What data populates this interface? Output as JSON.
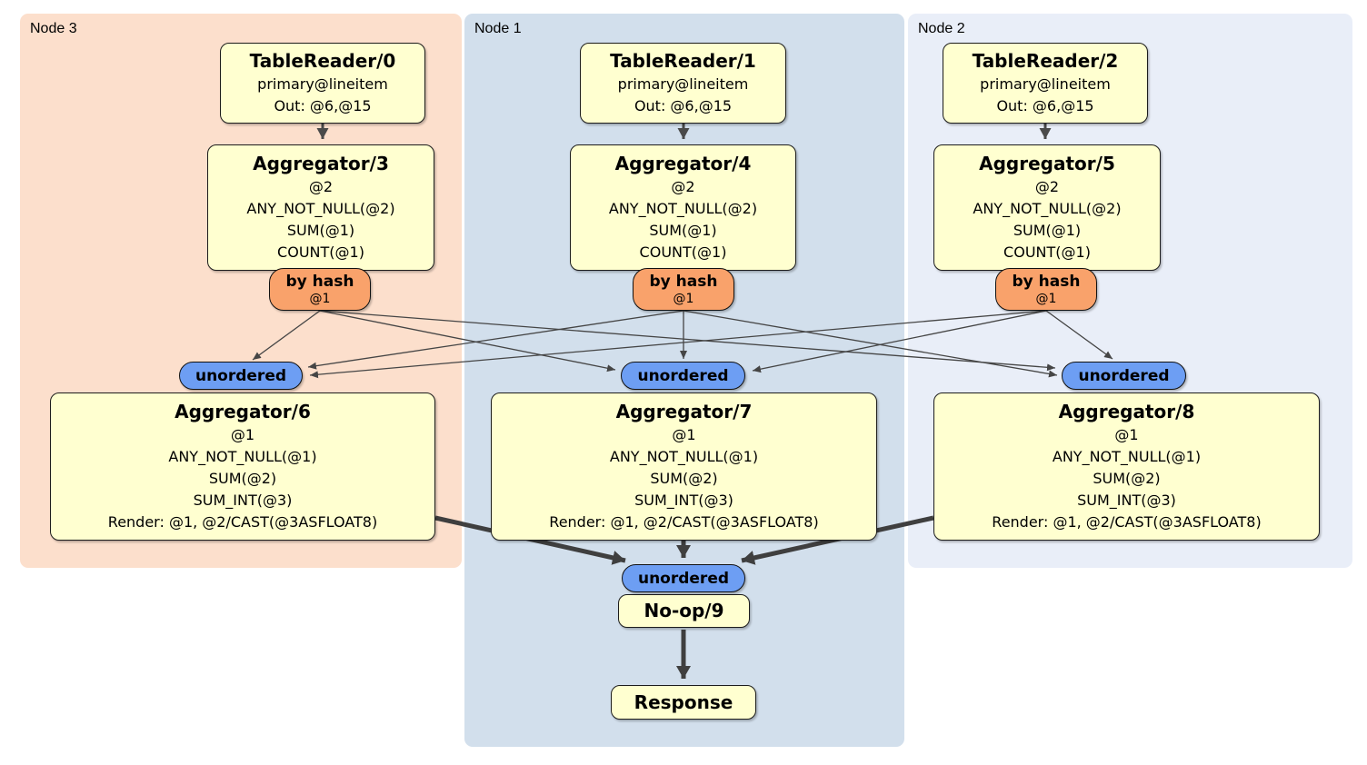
{
  "regions": {
    "node3": {
      "label": "Node 3",
      "bg": "#fcdfcc"
    },
    "node1": {
      "label": "Node 1",
      "bg": "#d2dfec"
    },
    "node2": {
      "label": "Node 2",
      "bg": "#e9eef8"
    }
  },
  "colors": {
    "processor_fill": "#ffffd0",
    "processor_border": "#1c1c1c",
    "router_fill": "#f9a26b",
    "sync_fill": "#6d9ef3",
    "edge_thin": "#454545",
    "edge_thick": "#3f3f3f"
  },
  "nodes": {
    "tablereader0": {
      "title": "TableReader/0",
      "lines": [
        "primary@lineitem",
        "Out: @6,@15"
      ]
    },
    "tablereader1": {
      "title": "TableReader/1",
      "lines": [
        "primary@lineitem",
        "Out: @6,@15"
      ]
    },
    "tablereader2": {
      "title": "TableReader/2",
      "lines": [
        "primary@lineitem",
        "Out: @6,@15"
      ]
    },
    "aggregator3": {
      "title": "Aggregator/3",
      "lines": [
        "@2",
        "ANY_NOT_NULL(@2)",
        "SUM(@1)",
        "COUNT(@1)"
      ]
    },
    "aggregator4": {
      "title": "Aggregator/4",
      "lines": [
        "@2",
        "ANY_NOT_NULL(@2)",
        "SUM(@1)",
        "COUNT(@1)"
      ]
    },
    "aggregator5": {
      "title": "Aggregator/5",
      "lines": [
        "@2",
        "ANY_NOT_NULL(@2)",
        "SUM(@1)",
        "COUNT(@1)"
      ]
    },
    "router3": {
      "title": "by hash",
      "sub": "@1"
    },
    "router4": {
      "title": "by hash",
      "sub": "@1"
    },
    "router5": {
      "title": "by hash",
      "sub": "@1"
    },
    "sync6": {
      "label": "unordered"
    },
    "sync7": {
      "label": "unordered"
    },
    "sync8": {
      "label": "unordered"
    },
    "aggregator6": {
      "title": "Aggregator/6",
      "lines": [
        "@1",
        "ANY_NOT_NULL(@1)",
        "SUM(@2)",
        "SUM_INT(@3)",
        "Render: @1, @2/CAST(@3ASFLOAT8)"
      ]
    },
    "aggregator7": {
      "title": "Aggregator/7",
      "lines": [
        "@1",
        "ANY_NOT_NULL(@1)",
        "SUM(@2)",
        "SUM_INT(@3)",
        "Render: @1, @2/CAST(@3ASFLOAT8)"
      ]
    },
    "aggregator8": {
      "title": "Aggregator/8",
      "lines": [
        "@1",
        "ANY_NOT_NULL(@1)",
        "SUM(@2)",
        "SUM_INT(@3)",
        "Render: @1, @2/CAST(@3ASFLOAT8)"
      ]
    },
    "sync9": {
      "label": "unordered"
    },
    "noop9": {
      "title": "No-op/9"
    },
    "response": {
      "title": "Response"
    }
  },
  "edges": [
    {
      "from": "tablereader0",
      "to": "aggregator3",
      "style": "medium"
    },
    {
      "from": "tablereader1",
      "to": "aggregator4",
      "style": "medium"
    },
    {
      "from": "tablereader2",
      "to": "aggregator5",
      "style": "medium"
    },
    {
      "from": "router3",
      "to": "sync6",
      "style": "thin"
    },
    {
      "from": "router3",
      "to": "sync7",
      "style": "thin"
    },
    {
      "from": "router3",
      "to": "sync8",
      "style": "thin"
    },
    {
      "from": "router4",
      "to": "sync6",
      "style": "thin"
    },
    {
      "from": "router4",
      "to": "sync7",
      "style": "thin"
    },
    {
      "from": "router4",
      "to": "sync8",
      "style": "thin"
    },
    {
      "from": "router5",
      "to": "sync6",
      "style": "thin"
    },
    {
      "from": "router5",
      "to": "sync7",
      "style": "thin"
    },
    {
      "from": "router5",
      "to": "sync8",
      "style": "thin"
    },
    {
      "from": "aggregator6",
      "to": "sync9",
      "style": "thick"
    },
    {
      "from": "aggregator7",
      "to": "sync9",
      "style": "thick"
    },
    {
      "from": "aggregator8",
      "to": "sync9",
      "style": "thick"
    },
    {
      "from": "noop9",
      "to": "response",
      "style": "thick"
    }
  ]
}
